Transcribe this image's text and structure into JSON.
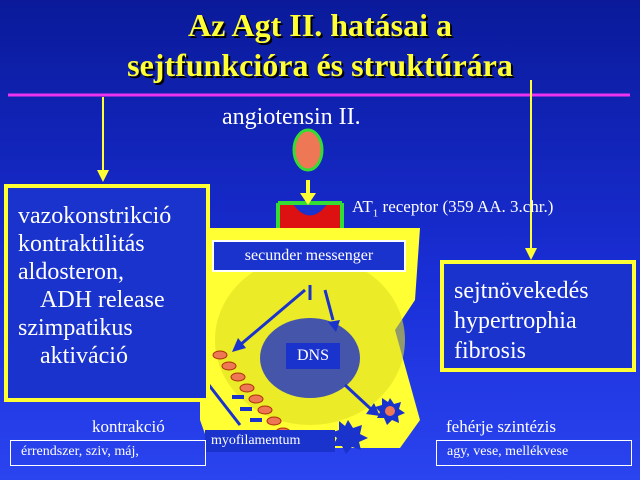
{
  "title": {
    "line1": "Az Agt II. hatásai a",
    "line2": "sejtfunkcióra és struktúrára"
  },
  "ligand": {
    "label": "angiotensin II."
  },
  "receptor": {
    "label_prefix": "AT",
    "label_sub": "1",
    "label_suffix": " receptor (359 AA. 3.chr.)"
  },
  "left_box": {
    "lines": [
      "vazokonstrikció",
      "kontraktilitás",
      "aldosteron,",
      "ADH release",
      "szimpatikus",
      "aktiváció"
    ]
  },
  "right_box": {
    "lines": [
      "sejtnövekedés",
      "hypertrophia",
      "fibrosis"
    ]
  },
  "cell": {
    "messenger": "secunder messenger",
    "dna": "DNS",
    "myofilament": "myofilamentum"
  },
  "bottom": {
    "contraction": "kontrakció",
    "protein_synthesis": "fehérje szintézis",
    "left_organs": "érrendszer, sziv, máj,",
    "right_organs": "agy, vese, mellékvese"
  },
  "colors": {
    "title": "#ffff33",
    "line": "#ee33ee",
    "cell": "#ffff33",
    "nucleus": "#4455aa",
    "receptor": "#dd1111",
    "ligand": "#ee7755",
    "ligand_ring": "#33dd33"
  }
}
